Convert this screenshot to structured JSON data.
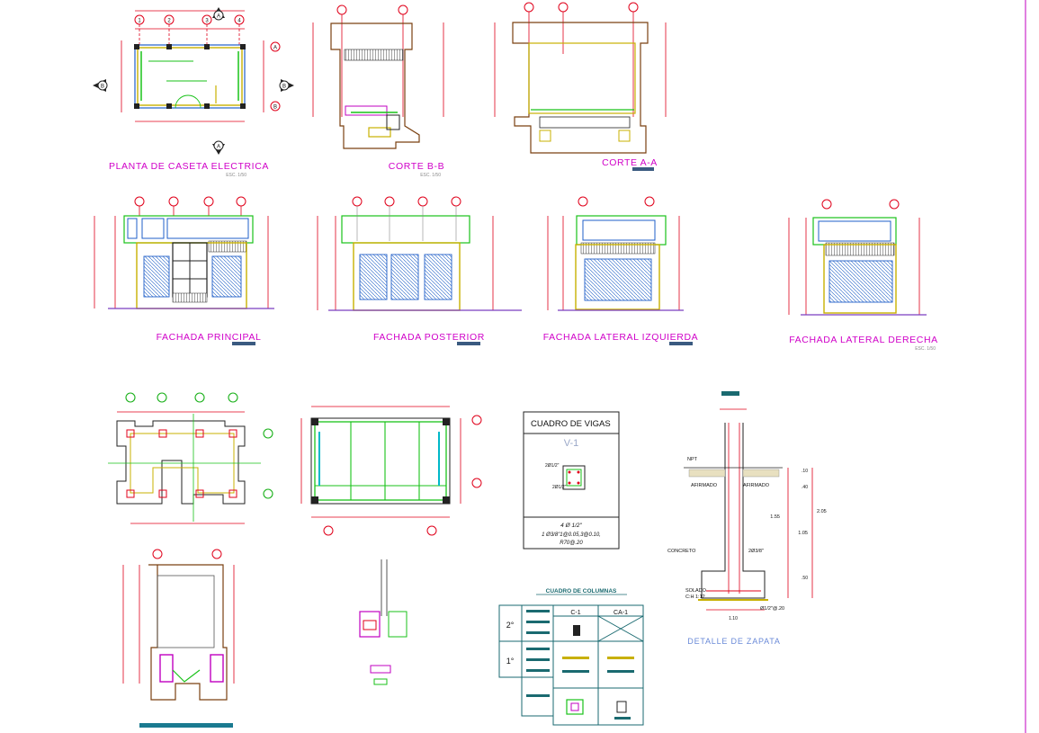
{
  "sheet": {
    "titles": {
      "planta": "PLANTA DE CASETA ELECTRICA",
      "corte_bb": "CORTE B-B",
      "corte_aa": "CORTE A-A",
      "fachada_principal": "FACHADA PRINCIPAL",
      "fachada_posterior": "FACHADA POSTERIOR",
      "fachada_izq": "FACHADA LATERAL IZQUIERDA",
      "fachada_der": "FACHADA LATERAL DERECHA"
    },
    "scale_note": "ESC. 1/50",
    "grid_bubbles": {
      "numbers": [
        "1",
        "2",
        "3",
        "4"
      ],
      "letters": [
        "A",
        "B"
      ],
      "section_marks": [
        "B",
        "A",
        "B",
        "A"
      ]
    },
    "vigas": {
      "title": "CUADRO DE VIGAS",
      "name": "V-1",
      "bars_top": "2Ø1/2\"",
      "bars_bottom": "2Ø1/2\"",
      "rebar": "4 Ø 1/2\"",
      "stirrups": "1 Ø3/8\"1@0.05,3@0.10,",
      "rest": "R70@.20"
    },
    "columnas": {
      "title": "CUADRO DE COLUMNAS",
      "col_headers": [
        "C-1",
        "CA-1"
      ],
      "floors": [
        "2°",
        "1°"
      ]
    },
    "zapata": {
      "title": "DETALLE DE ZAPATA",
      "npt": "NPT",
      "afirmado": "AFIRMADO",
      "concreto": "CONCRETO",
      "solado": "SOLADO",
      "solado_mix": "C:H 1:12",
      "bars": "2Ø3/8\"",
      "bars_base": "Ø1/2\"@.20",
      "dims": [
        "1.55",
        "2.05",
        "1.05",
        ".10",
        ".40",
        ".50",
        "1.10"
      ]
    },
    "colors": {
      "titles": "#d000c8",
      "dimensions": "#e0001a",
      "walls": "#c8b000",
      "windows": "#1f5fc8",
      "green": "#19c219"
    }
  }
}
